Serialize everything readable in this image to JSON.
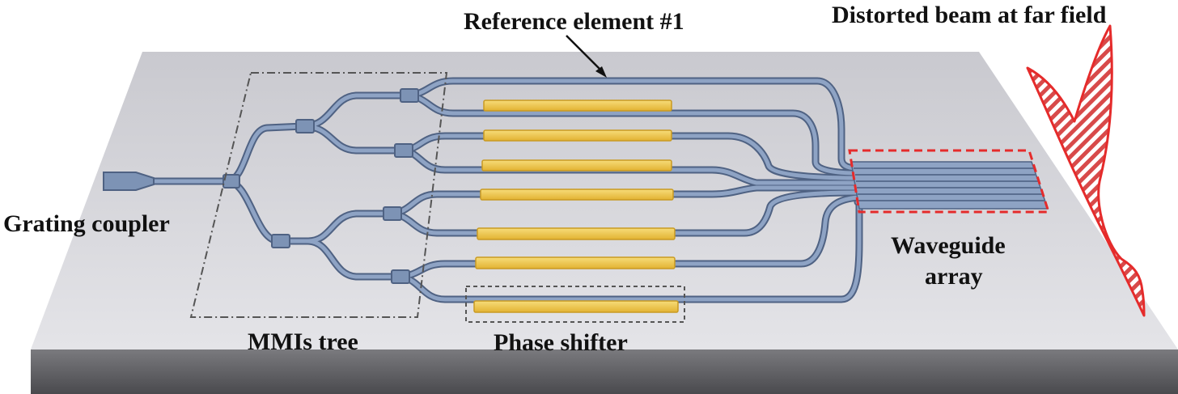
{
  "labels": {
    "reference_element": "Reference element #1",
    "distorted_beam": "Distorted beam at far field",
    "grating_coupler": "Grating coupler",
    "mmis_tree": "MMIs tree",
    "phase_shifter": "Phase shifter",
    "waveguide_line1": "Waveguide",
    "waveguide_line2": "array"
  },
  "colors": {
    "chip_top": "#d8d8dc",
    "chip_front": "#6e6e72",
    "waveguide": "#7d93b5",
    "waveguide_edge": "#4f6283",
    "heater": "#f0c94c",
    "beam": "#e52b2b",
    "dashed_box_red": "#e52b2b",
    "dashdot_box": "#555555"
  }
}
